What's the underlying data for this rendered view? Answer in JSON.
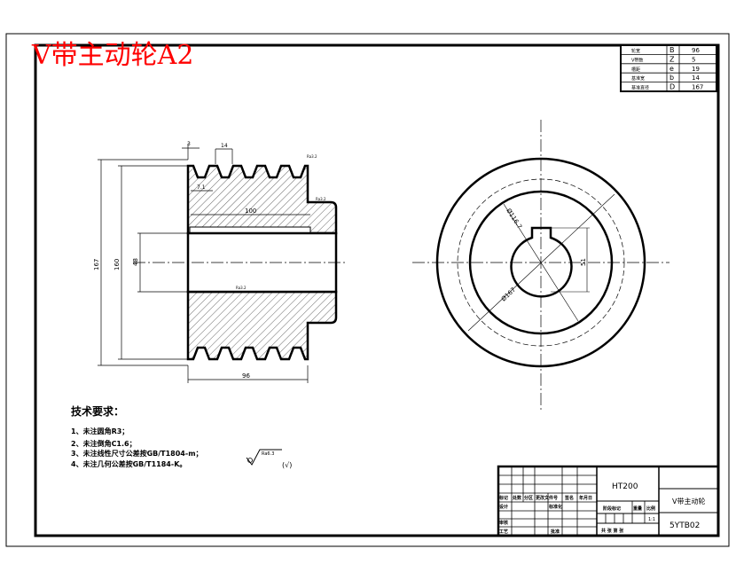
{
  "title": "V带主动轮A2",
  "colors": {
    "title": "#ff0000",
    "lines": "#000000"
  },
  "param_table": [
    {
      "name": "轮宽",
      "symbol": "B",
      "value": "96"
    },
    {
      "name": "V带数",
      "symbol": "Z",
      "value": "5"
    },
    {
      "name": "槽距",
      "symbol": "e",
      "value": "19"
    },
    {
      "name": "基准宽",
      "symbol": "b",
      "value": "14"
    },
    {
      "name": "基准直径",
      "symbol": "D",
      "value": "167"
    }
  ],
  "section_view": {
    "dims": {
      "outer_d": "167",
      "datum_d": "160",
      "bore_d": "48",
      "width": "96",
      "keyway_len": "100",
      "edge": "3",
      "groove_w": "14",
      "groove_off": "7.1"
    },
    "roughness": "Ra3.2"
  },
  "end_view": {
    "dims": {
      "d1": "Ø116.7",
      "d2": "Ø167",
      "key_depth": "51"
    }
  },
  "tech_req": {
    "heading": "技术要求：",
    "items": [
      "1、未注圆角R3；",
      "2、未注倒角C1.6；",
      "3、未注线性尺寸公差按GB/T1804-m；",
      "4、未注几何公差按GB/T1184-K。"
    ],
    "roughness_symbol": "Ra6.3",
    "roughness_other": "(√)"
  },
  "title_block": {
    "material": "HT200",
    "part_name": "V带主动轮",
    "drawing_no": "5YTB02",
    "headers": [
      "标记",
      "处数",
      "分区",
      "更改文件号",
      "签名",
      "年月日"
    ],
    "design": "设计",
    "standard": "标准化",
    "review": "审核",
    "process": "工艺",
    "approve": "批准",
    "stage": "阶段标记",
    "weight": "重量",
    "scale_label": "比例",
    "scale": "1:1",
    "sheets": "共 张  第 张"
  }
}
